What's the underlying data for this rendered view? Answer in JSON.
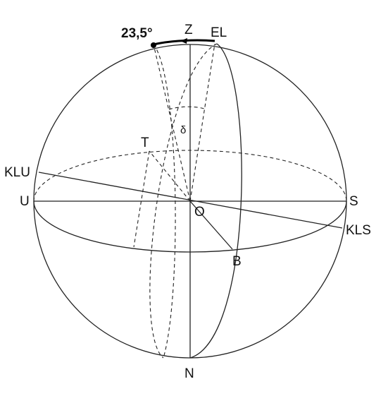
{
  "labels": {
    "zenith": "Z",
    "ecliptic_pole": "EL",
    "angle_value": "23,5°",
    "north": "N",
    "west": "U",
    "east": "S",
    "center": "O",
    "point_t": "T",
    "point_b": "B",
    "ecliptic_north": "KLU",
    "ecliptic_south": "KLS",
    "declination": "δ"
  },
  "colors": {
    "line": "#222222",
    "background": "#ffffff"
  }
}
